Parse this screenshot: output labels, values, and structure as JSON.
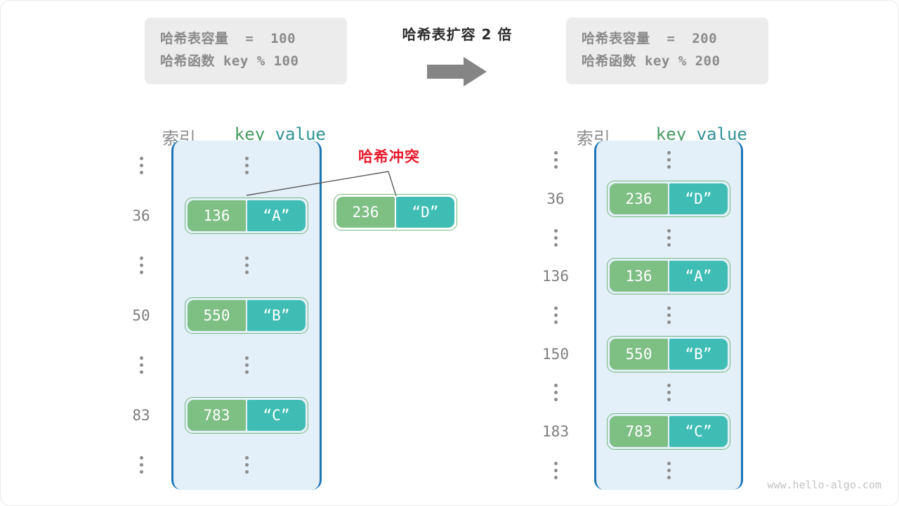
{
  "page": {
    "watermark": "www.hello-algo.com",
    "colors": {
      "key_box": "#7ebf84",
      "value_box": "#3fbdb5",
      "pair_border": "#77b87f",
      "bucket_fill": "#e3eff9",
      "bucket_border": "#1c74b8",
      "info_box": "#ececec",
      "collision_red": "#e8192c",
      "index_gray": "#7d7d7d"
    }
  },
  "center": {
    "expand_title": "哈希表扩容 2 倍",
    "arrow_icon": "arrow-right-icon"
  },
  "left_panel": {
    "info": {
      "capacity_label": "哈希表容量",
      "capacity_value": " =  100",
      "capacity_line": "哈希表容量  =  100",
      "hash_label": "哈希函数",
      "hash_value": " key % 100",
      "hash_line": "哈希函数 key % 100"
    },
    "headers": {
      "index": "索引",
      "key": "key",
      "value": "value"
    },
    "rows": [
      {
        "index": "⋮",
        "type": "ellipsis"
      },
      {
        "index": "36",
        "type": "entry",
        "key": "136",
        "value": "“A”"
      },
      {
        "index": "⋮",
        "type": "ellipsis"
      },
      {
        "index": "50",
        "type": "entry",
        "key": "550",
        "value": "“B”"
      },
      {
        "index": "⋮",
        "type": "ellipsis"
      },
      {
        "index": "83",
        "type": "entry",
        "key": "783",
        "value": "“C”"
      },
      {
        "index": "⋮",
        "type": "ellipsis"
      }
    ]
  },
  "collision": {
    "label": "哈希冲突",
    "key": "236",
    "value": "“D”"
  },
  "right_panel": {
    "info": {
      "capacity_label": "哈希表容量",
      "capacity_value": " =  200",
      "capacity_line": "哈希表容量  =  200",
      "hash_label": "哈希函数",
      "hash_value": " key % 200",
      "hash_line": "哈希函数 key % 200"
    },
    "headers": {
      "index": "索引",
      "key": "key",
      "value": "value"
    },
    "rows": [
      {
        "index": "⋮",
        "type": "ellipsis"
      },
      {
        "index": "36",
        "type": "entry",
        "key": "236",
        "value": "“D”"
      },
      {
        "index": "⋮",
        "type": "ellipsis"
      },
      {
        "index": "136",
        "type": "entry",
        "key": "136",
        "value": "“A”"
      },
      {
        "index": "⋮",
        "type": "ellipsis"
      },
      {
        "index": "150",
        "type": "entry",
        "key": "550",
        "value": "“B”"
      },
      {
        "index": "⋮",
        "type": "ellipsis"
      },
      {
        "index": "183",
        "type": "entry",
        "key": "783",
        "value": "“C”"
      },
      {
        "index": "⋮",
        "type": "ellipsis"
      }
    ]
  }
}
